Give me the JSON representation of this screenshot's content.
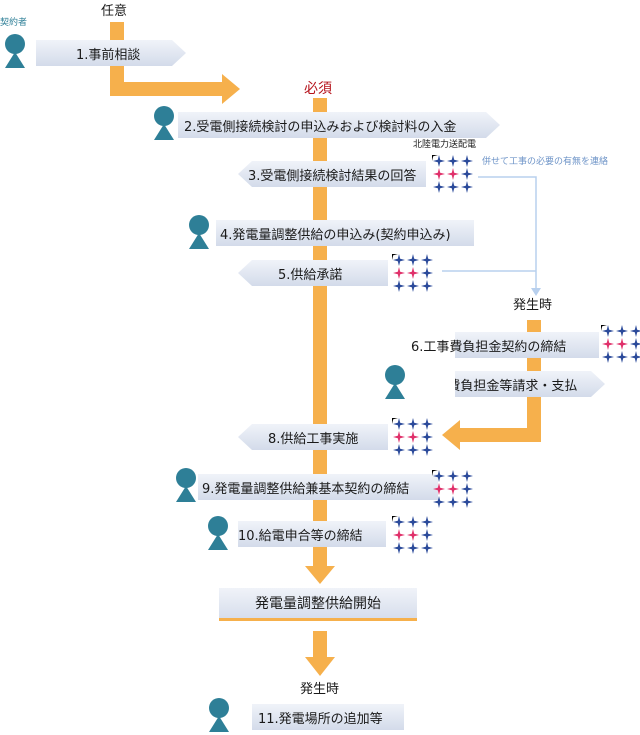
{
  "labels": {
    "optional": "任意",
    "required": "必須",
    "contractor": "契約者",
    "utility": "北陸電力送配電",
    "note": "併せて工事の必要の有無を連絡",
    "occurrence_1": "発生時",
    "occurrence_2": "発生時",
    "start": "発電量調整供給開始"
  },
  "steps": [
    "1.事前相談",
    "2.受電側接続検討の申込みおよび検討料の入金",
    "3.受電側接続検討結果の回答",
    "4.発電量調整供給の申込み(契約申込み)",
    "5.供給承諾",
    "6.工事費負担金契約の締結",
    "7.工事費負担金等請求・支払",
    "8.供給工事実施",
    "9.発電量調整供給兼基本契約の締結",
    "10.給電申合等の締結",
    "11.発電場所の追加等"
  ],
  "colors": {
    "flow": "#f6b04c",
    "person": "#2e7f97",
    "star_blue": "#2b4a9a",
    "star_red": "#e0306a",
    "note_line": "#b8d0ee"
  }
}
